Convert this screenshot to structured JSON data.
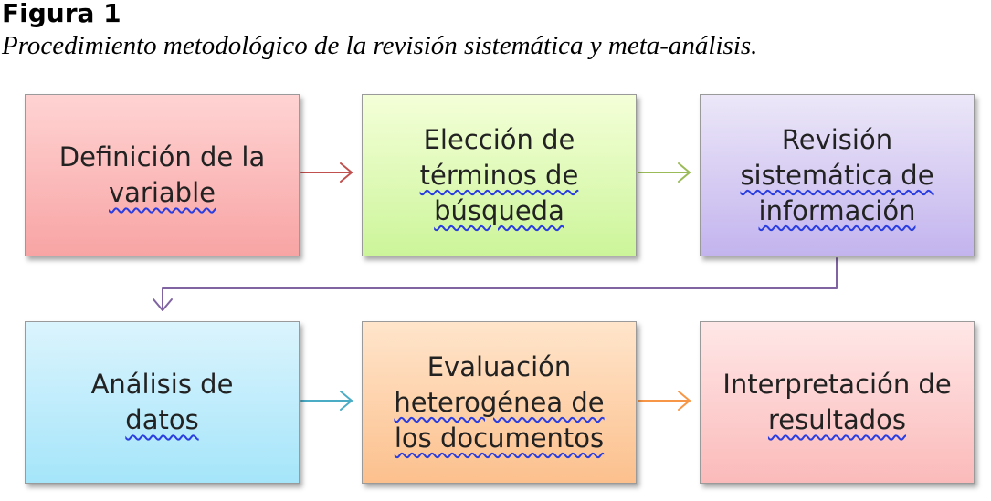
{
  "figure": {
    "label": "Figura 1",
    "caption": "Procedimiento metodológico de la revisión sistemática y meta-análisis."
  },
  "steps": [
    {
      "id": 1,
      "lines": [
        "Definición de la",
        "variable"
      ],
      "color": "#f8a4a4"
    },
    {
      "id": 2,
      "lines": [
        "Elección de",
        "términos de",
        "búsqueda"
      ],
      "color": "#ccf59a"
    },
    {
      "id": 3,
      "lines": [
        "Revisión",
        "sistemática de",
        "información"
      ],
      "color": "#c3b4ee"
    },
    {
      "id": 4,
      "lines": [
        "Análisis de",
        "datos"
      ],
      "color": "#a5e5fa"
    },
    {
      "id": 5,
      "lines": [
        "Evaluación",
        "heterogénea de",
        "los documentos"
      ],
      "color": "#fcc08d"
    },
    {
      "id": 6,
      "lines": [
        "Interpretación de",
        "resultados"
      ],
      "color": "#fbbaba"
    }
  ],
  "arrow_colors": {
    "step1_to_2": "#c0504d",
    "step2_to_3": "#9bbb59",
    "step3_to_4": "#8064a2",
    "step4_to_5": "#4bacc6",
    "step5_to_6": "#f79646"
  },
  "spellcheck_underline_color": "#2a3de0"
}
